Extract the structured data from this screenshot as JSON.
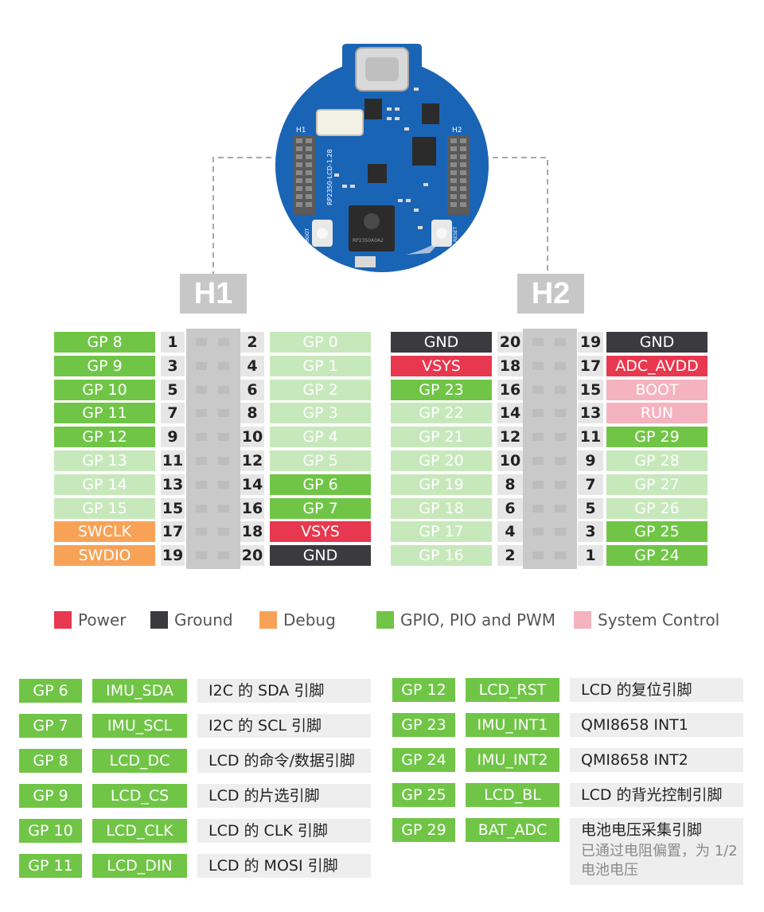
{
  "colors": {
    "power": "#e8384f",
    "ground": "#3b3b3f",
    "debug": "#f8a257",
    "gpio": "#70c546",
    "gpio_light": "#c7e8bb",
    "system": "#f5b3bf"
  },
  "board": {
    "silk_h1": "H1",
    "silk_h2": "H2",
    "model": "RP2350-LCD-1.28",
    "chip": "RP2350A0A2",
    "boot": "BOOT",
    "reset": "RESET"
  },
  "headers": {
    "h1": "H1",
    "h2": "H2"
  },
  "h1": {
    "left": [
      {
        "label": "GP 8",
        "num": "1",
        "type": "gpio"
      },
      {
        "label": "GP 9",
        "num": "3",
        "type": "gpio"
      },
      {
        "label": "GP 10",
        "num": "5",
        "type": "gpio"
      },
      {
        "label": "GP 11",
        "num": "7",
        "type": "gpio"
      },
      {
        "label": "GP 12",
        "num": "9",
        "type": "gpio"
      },
      {
        "label": "GP 13",
        "num": "11",
        "type": "gpio_light"
      },
      {
        "label": "GP 14",
        "num": "13",
        "type": "gpio_light"
      },
      {
        "label": "GP 15",
        "num": "15",
        "type": "gpio_light"
      },
      {
        "label": "SWCLK",
        "num": "17",
        "type": "debug"
      },
      {
        "label": "SWDIO",
        "num": "19",
        "type": "debug"
      }
    ],
    "right": [
      {
        "label": "GP 0",
        "num": "2",
        "type": "gpio_light"
      },
      {
        "label": "GP 1",
        "num": "4",
        "type": "gpio_light"
      },
      {
        "label": "GP 2",
        "num": "6",
        "type": "gpio_light"
      },
      {
        "label": "GP 3",
        "num": "8",
        "type": "gpio_light"
      },
      {
        "label": "GP 4",
        "num": "10",
        "type": "gpio_light"
      },
      {
        "label": "GP 5",
        "num": "12",
        "type": "gpio_light"
      },
      {
        "label": "GP 6",
        "num": "14",
        "type": "gpio"
      },
      {
        "label": "GP 7",
        "num": "16",
        "type": "gpio"
      },
      {
        "label": "VSYS",
        "num": "18",
        "type": "power"
      },
      {
        "label": "GND",
        "num": "20",
        "type": "ground"
      }
    ]
  },
  "h2": {
    "left": [
      {
        "label": "GND",
        "num": "20",
        "type": "ground"
      },
      {
        "label": "VSYS",
        "num": "18",
        "type": "power"
      },
      {
        "label": "GP 23",
        "num": "16",
        "type": "gpio"
      },
      {
        "label": "GP 22",
        "num": "14",
        "type": "gpio_light"
      },
      {
        "label": "GP 21",
        "num": "12",
        "type": "gpio_light"
      },
      {
        "label": "GP 20",
        "num": "10",
        "type": "gpio_light"
      },
      {
        "label": "GP 19",
        "num": "8",
        "type": "gpio_light"
      },
      {
        "label": "GP 18",
        "num": "6",
        "type": "gpio_light"
      },
      {
        "label": "GP 17",
        "num": "4",
        "type": "gpio_light"
      },
      {
        "label": "GP 16",
        "num": "2",
        "type": "gpio_light"
      }
    ],
    "right": [
      {
        "label": "GND",
        "num": "19",
        "type": "ground"
      },
      {
        "label": "ADC_AVDD",
        "num": "17",
        "type": "power"
      },
      {
        "label": "BOOT",
        "num": "15",
        "type": "system"
      },
      {
        "label": "RUN",
        "num": "13",
        "type": "system"
      },
      {
        "label": "GP 29",
        "num": "11",
        "type": "gpio"
      },
      {
        "label": "GP 28",
        "num": "9",
        "type": "gpio_light"
      },
      {
        "label": "GP 27",
        "num": "7",
        "type": "gpio_light"
      },
      {
        "label": "GP 26",
        "num": "5",
        "type": "gpio_light"
      },
      {
        "label": "GP 25",
        "num": "3",
        "type": "gpio"
      },
      {
        "label": "GP 24",
        "num": "1",
        "type": "gpio"
      }
    ]
  },
  "legend": [
    {
      "label": "Power",
      "type": "power"
    },
    {
      "label": "Ground",
      "type": "ground"
    },
    {
      "label": "Debug",
      "type": "debug"
    },
    {
      "label": "GPIO, PIO and PWM",
      "type": "gpio"
    },
    {
      "label": "System Control",
      "type": "system"
    }
  ],
  "functions_left": [
    {
      "gp": "GP 6",
      "sig": "IMU_SDA",
      "desc": "I2C 的 SDA 引脚"
    },
    {
      "gp": "GP 7",
      "sig": "IMU_SCL",
      "desc": "I2C 的 SCL 引脚"
    },
    {
      "gp": "GP 8",
      "sig": "LCD_DC",
      "desc": "LCD 的命令/数据引脚"
    },
    {
      "gp": "GP 9",
      "sig": "LCD_CS",
      "desc": "LCD 的片选引脚"
    },
    {
      "gp": "GP 10",
      "sig": "LCD_CLK",
      "desc": "LCD 的 CLK 引脚"
    },
    {
      "gp": "GP 11",
      "sig": "LCD_DIN",
      "desc": "LCD 的 MOSI 引脚"
    }
  ],
  "functions_right": [
    {
      "gp": "GP 12",
      "sig": "LCD_RST",
      "desc": "LCD 的复位引脚"
    },
    {
      "gp": "GP 23",
      "sig": "IMU_INT1",
      "desc": "QMI8658 INT1"
    },
    {
      "gp": "GP 24",
      "sig": "IMU_INT2",
      "desc": "QMI8658 INT2"
    },
    {
      "gp": "GP 25",
      "sig": "LCD_BL",
      "desc": "LCD 的背光控制引脚"
    },
    {
      "gp": "GP 29",
      "sig": "BAT_ADC",
      "desc": "电池电压采集引脚",
      "note": "已通过电阻偏置，为 1/2 电池电压"
    }
  ]
}
